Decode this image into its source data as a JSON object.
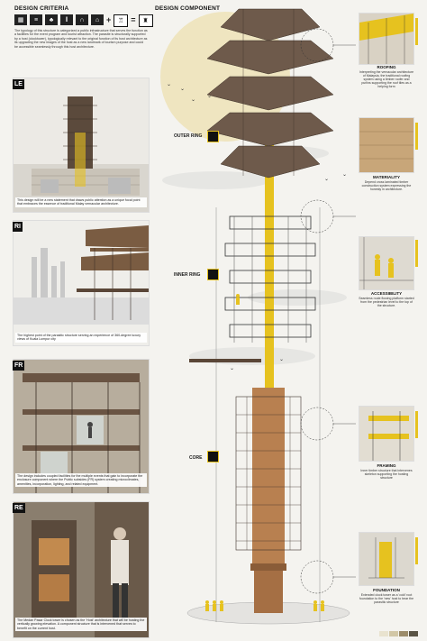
{
  "header": {
    "design_criteria": "DESIGN CRITERIA",
    "design_component": "DESIGN COMPONENT"
  },
  "intro_text": "The typology of this structure is categorized a public infrastructure that serves the function as a facilities for the event program and tourist attraction. The parasite is structurally supported by a host (clocktower), typologically relevant to the original function of its host architecture as its upgrading the new images of the host as a new landmark of tourism purpose and could be accessible seamlessly through this host architecture.",
  "sections": [
    {
      "tag": "LE",
      "caption": "This design will be a new statement that draws public attention as a unique focal point that embraces the essence of traditional Malay vernacular architecture."
    },
    {
      "tag": "RI",
      "caption": "The highest point of the parasitic structure serving an experience of 360-degree luxury views of Kuala Lumpur city"
    },
    {
      "tag": "FR",
      "caption": "The design includes coupled facilities for the multiple events that gain to incorporate the enclosure component where the Public subsides (FR) system creating microclimates, amenities, incorporation, lighting, and related equipment."
    },
    {
      "tag": "RE",
      "caption": "The Medan Pasar Clock tower is chosen as the 'Host' architecture that will be hosting the vertically growing elevation. A component structure that is intervened that serves to benefit on the current host."
    }
  ],
  "components": {
    "outer_ring": "OUTER RING",
    "inner_ring": "INNER RING",
    "core": "CORE"
  },
  "right_panels": [
    {
      "title": "ROOFING",
      "desc": "Interpreting the vernacular architecture of Malaysia, the traditional roofing system using a timber roofer and purlins supporting the roof tiles as a helping form"
    },
    {
      "title": "MATERIALITY",
      "desc": "Depend cross laminated timber construction system expressing the honesty in architecture."
    },
    {
      "title": "ACCESSIBILITY",
      "desc": "Seamless route flowing platform started from the pedestrian level to the top of the structure."
    },
    {
      "title": "FRAMING",
      "desc": "Inner timber structure that intervenes skeleton supporting the hosting structure"
    },
    {
      "title": "FOUNDATION",
      "desc": "Extended clock tower as a 'cold' root foundation to the 'new' host to bear the parasitic structure"
    }
  ],
  "colors": {
    "yellow": "#e6c21f",
    "dark": "#111111",
    "timber": "#8a6a4e",
    "palette": [
      "#e9e3cf",
      "#d2c7a6",
      "#9c8c6a",
      "#5a5445"
    ]
  }
}
